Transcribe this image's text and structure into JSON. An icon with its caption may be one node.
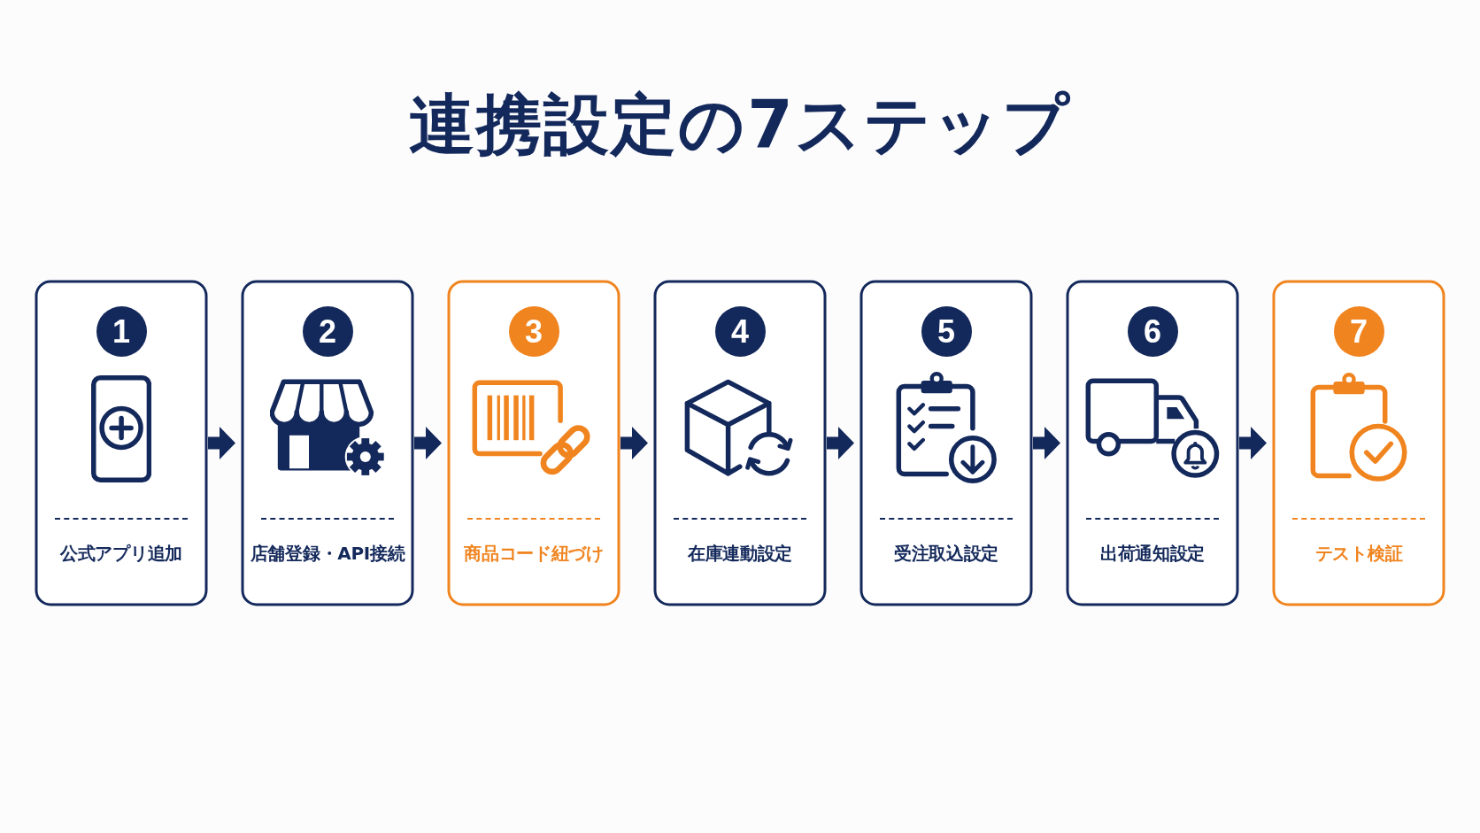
{
  "diagram": {
    "title": "連携設定の7ステップ",
    "nodes": [
      {
        "text": [
          "1",
          "公式アプリ追加"
        ]
      },
      {
        "text": [
          "2",
          "店舗登録・API接続"
        ]
      },
      {
        "text": [
          "3",
          "商品コード紐づけ"
        ]
      },
      {
        "text": [
          "4",
          "在庫連動設定"
        ]
      },
      {
        "text": [
          "5",
          "受注取込設定"
        ]
      },
      {
        "text": [
          "6",
          "出荷通知設定"
        ]
      },
      {
        "text": [
          "7",
          "テスト検証"
        ]
      }
    ],
    "edges": [
      {
        "from": 0,
        "to": 1,
        "arrow": "to"
      },
      {
        "from": 1,
        "to": 2,
        "arrow": "to"
      },
      {
        "from": 2,
        "to": 3,
        "arrow": "to"
      },
      {
        "from": 3,
        "to": 4,
        "arrow": "to"
      },
      {
        "from": 4,
        "to": 5,
        "arrow": "to"
      },
      {
        "from": 5,
        "to": 6,
        "arrow": "to"
      }
    ]
  }
}
